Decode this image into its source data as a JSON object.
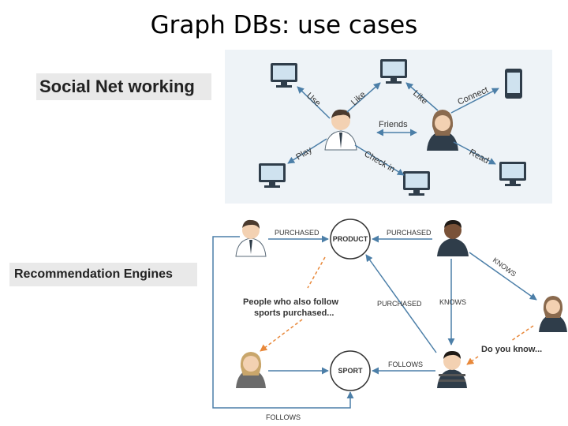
{
  "title": "Graph DBs: use cases",
  "social": {
    "label": "Social Net working",
    "edges": {
      "use": "Use",
      "like1": "Like",
      "like2": "Like",
      "connect": "Connect",
      "friends": "Friends",
      "play": "Play",
      "checkin": "Check in",
      "read": "Read"
    }
  },
  "recommendation": {
    "label": "Recommendation Engines",
    "nodes": {
      "product": "PRODUCT",
      "sport": "SPORT"
    },
    "edges": {
      "purchased1": "PURCHASED",
      "purchased2": "PURCHASED",
      "purchased3": "PURCHASED",
      "knows1": "KNOWS",
      "knows2": "KNOWS",
      "follows1": "FOLLOWS",
      "follows2": "FOLLOWS"
    },
    "annotations": {
      "people_line1": "People who also follow",
      "people_line2": "sports purchased...",
      "do_you_know": "Do you know..."
    }
  },
  "colors": {
    "panel_bg": "#eef3f7",
    "arrow_blue": "#4c7fa8",
    "dashed_orange": "#e8883a",
    "node_border": "#333333"
  }
}
